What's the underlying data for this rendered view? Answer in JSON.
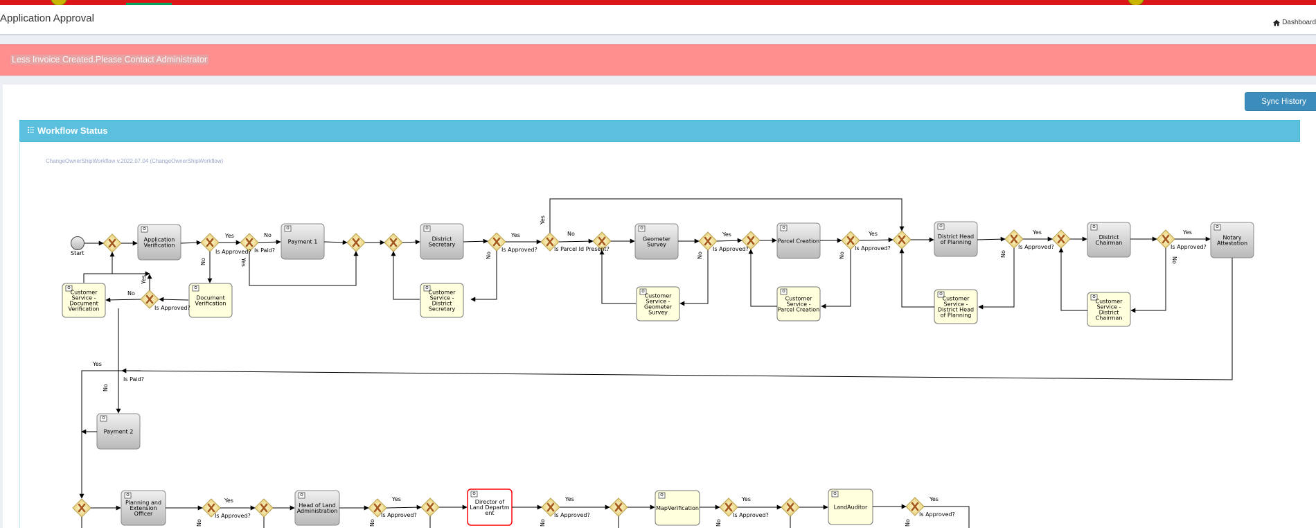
{
  "header": {
    "title": "Application Approval",
    "breadcrumb": "Dashboard"
  },
  "alert": {
    "message": "Less Invoice Created.Please Contact Administrator"
  },
  "actions": {
    "sync_history": "Sync History"
  },
  "panel": {
    "title": "Workflow Status"
  },
  "workflow": {
    "process_name": "ChangeOwnerShipWorkflow v.2022.07.04 (ChangeOwnerShipWorkflow)",
    "start_label": "Start",
    "tasks": [
      {
        "id": "t1",
        "lines": [
          "Application",
          "Verification"
        ],
        "state": "completed"
      },
      {
        "id": "t2",
        "lines": [
          "Document",
          "Verification"
        ],
        "state": "pending"
      },
      {
        "id": "t3",
        "lines": [
          "Customer",
          "Service -",
          "Document",
          "Verification"
        ],
        "state": "pending"
      },
      {
        "id": "t4",
        "lines": [
          "Payment 1"
        ],
        "state": "completed"
      },
      {
        "id": "t5",
        "lines": [
          "District",
          "Secretary"
        ],
        "state": "completed"
      },
      {
        "id": "t6",
        "lines": [
          "Customer",
          "Service -",
          "District",
          "Secretary"
        ],
        "state": "pending"
      },
      {
        "id": "t7",
        "lines": [
          "Geometer",
          "Survey"
        ],
        "state": "completed"
      },
      {
        "id": "t8",
        "lines": [
          "Customer",
          "Service -",
          "Geometer",
          "Survey"
        ],
        "state": "pending"
      },
      {
        "id": "t9",
        "lines": [
          "Parcel Creation"
        ],
        "state": "completed"
      },
      {
        "id": "t10",
        "lines": [
          "Customer",
          "Service -",
          "Parcel Creation"
        ],
        "state": "pending"
      },
      {
        "id": "t11",
        "lines": [
          "District Head",
          "of Planning"
        ],
        "state": "completed"
      },
      {
        "id": "t12",
        "lines": [
          "Customer",
          "Service -",
          "District Head",
          "of Planning"
        ],
        "state": "pending"
      },
      {
        "id": "t13",
        "lines": [
          "District",
          "Chairman"
        ],
        "state": "completed"
      },
      {
        "id": "t14",
        "lines": [
          "Customer",
          "Service -",
          "District",
          "Chairman"
        ],
        "state": "pending"
      },
      {
        "id": "t15",
        "lines": [
          "Notary",
          "Attestation"
        ],
        "state": "completed"
      },
      {
        "id": "t16",
        "lines": [
          "Payment 2"
        ],
        "state": "completed"
      },
      {
        "id": "t17",
        "lines": [
          "Planning and",
          "Extension",
          "Officer"
        ],
        "state": "completed"
      },
      {
        "id": "t18",
        "lines": [
          "Head of Land",
          "Administration"
        ],
        "state": "completed"
      },
      {
        "id": "t19",
        "lines": [
          "Director of",
          "Land Departm",
          "ent"
        ],
        "state": "current"
      },
      {
        "id": "t20",
        "lines": [
          "MapVerification"
        ],
        "state": "pending"
      },
      {
        "id": "t21",
        "lines": [
          "LandAuditor"
        ],
        "state": "pending"
      }
    ],
    "labels": {
      "yes": "Yes",
      "no": "No",
      "is_approved": "Is Approved?",
      "is_paid": "Is Paid?",
      "is_parcel_id_present": "Is Parcel Id Present?"
    }
  },
  "colors": {
    "topbar": "#dd1717",
    "alert_bg": "#ff8f8f",
    "panel_head": "#5bc0de",
    "button": "#3c8dbc",
    "task_completed": "#d4d4d4",
    "task_pending": "#ffffdd",
    "task_current_border": "#ff0000",
    "gateway": "#f2e6a8"
  }
}
